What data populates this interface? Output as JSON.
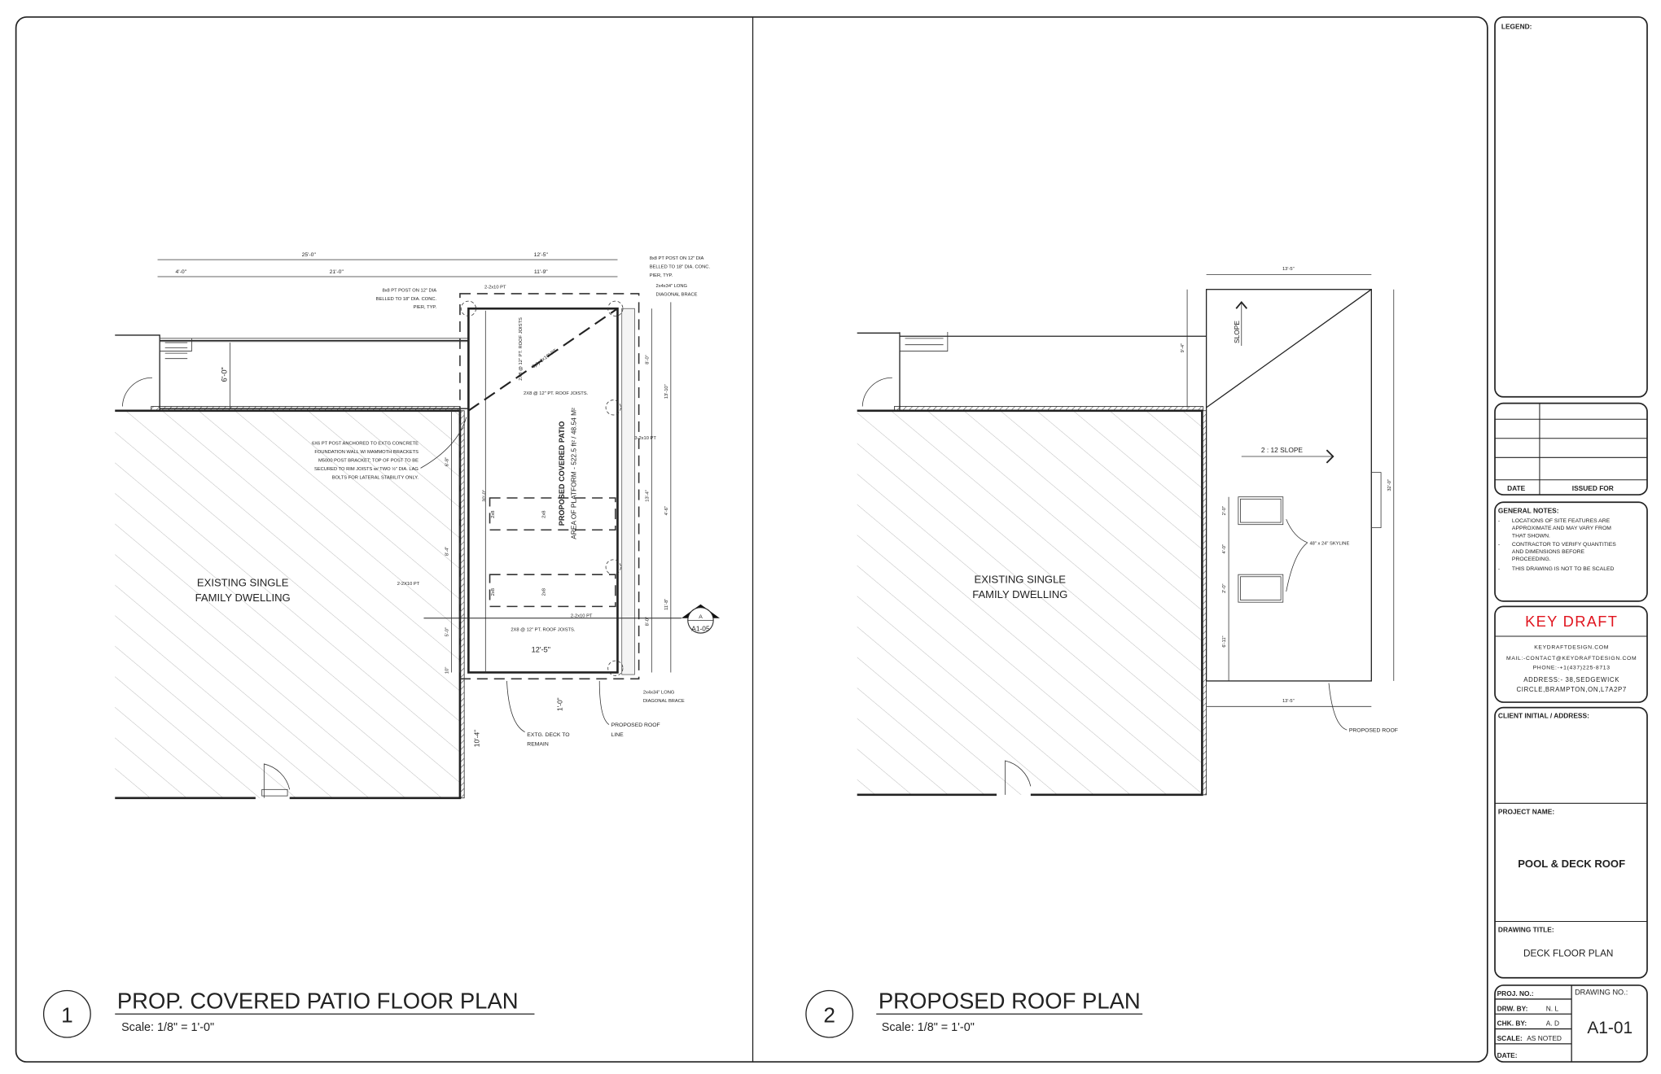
{
  "sheet": {
    "plan1": {
      "number": "1",
      "title": "PROP. COVERED PATIO FLOOR PLAN",
      "scale": "Scale: 1/8\" = 1'-0\"",
      "dwelling_line1": "EXISTING SINGLE",
      "dwelling_line2": "FAMILY DWELLING",
      "patio_title": "PROPOSED COVERED PATIO",
      "patio_area": "AREA OF PLATFORM - 522.5 ft² / 48.54 M²",
      "dims": {
        "top_overall": "25'-0\"",
        "top_patio": "12'-5\"",
        "second_left": "4'-0\"",
        "second_mid": "21'-0\"",
        "second_patio": "11'-9\"",
        "deck_depth": "6'-0\"",
        "left_a": "6'-8\"",
        "left_b": "8'-4\"",
        "left_c": "5'-0\"",
        "left_d": "10\"",
        "inner_width": "30'-0\"",
        "right_a": "8'-0\"",
        "right_b": "13'-10\"",
        "right_c": "13'-4\"",
        "right_d": "4'-6\"",
        "right_e": "11'-8\"",
        "right_f": "8'-0\"",
        "bottom_width": "12'-5\"",
        "overhang": "1'-0\"",
        "below": "10'-4\""
      },
      "notes": {
        "post_top_left": [
          "8x8 PT POST ON 12\" DIA",
          "BELLED TO 18\" DIA. CONC.",
          "PIER, TYP."
        ],
        "post_top_right": [
          "8x8 PT POST ON 12\" DIA",
          "BELLED TO 18\" DIA. CONC.",
          "PIER, TYP."
        ],
        "brace_top": [
          "2x4x34\" LONG",
          "DIAGONAL BRACE"
        ],
        "beam_top": "2-2x10 PT",
        "diag_beam": "3ply 2x10\" PT",
        "joists_vertical": "2X8 @ 12\" PT. ROOF JOISTS",
        "joists_top": "2X8 @ 12\" PT. ROOF JOISTS.",
        "joists_bottom": "2X8 @ 12\" PT. ROOF JOISTS.",
        "beam_right": "3-2x10 PT",
        "beam_left": "2-2X10 PT",
        "beam_right_low": "2-2x10 PT",
        "post_6x6": [
          "6X6 PT POST ANCHORED TO EXTG CONCRETE",
          "FOUNDATION WALL W/ MAMMOTH BRACKETS",
          "M5000 POST BRACKET; TOP OF POST TO BE",
          "SECURED TO RIM JOISTS w/ TWO ½\" DIA. LAG",
          "BOLTS FOR LATERAL STABILITY ONLY."
        ],
        "brace_bottom": [
          "2x4x34\" LONG",
          "DIAGONAL BRACE"
        ],
        "extg_deck": [
          "EXTG. DECK TO",
          "REMAIN"
        ],
        "roof_line": [
          "PROPOSED ROOF",
          "LINE"
        ],
        "member_2x8": "2x8"
      },
      "section_marker": {
        "letter": "A",
        "sheet": "A1-05"
      }
    },
    "plan2": {
      "number": "2",
      "title": "PROPOSED ROOF PLAN",
      "scale": "Scale: 1/8\" = 1'-0\"",
      "dwelling_line1": "EXISTING SINGLE",
      "dwelling_line2": "FAMILY DWELLING",
      "slope_label": "SLOPE",
      "slope_ratio": "2 : 12 SLOPE",
      "skylight": "48\" x 24\" SKYLINE",
      "proposed_roof": "PROPOSED ROOF",
      "dims": {
        "top": "13'-5\"",
        "bottom": "13'-5\"",
        "left_top": "9'-4\"",
        "right": "32'-0\"",
        "sky_a": "2'-0\"",
        "sky_b": "4'-0\"",
        "sky_c": "2'-0\"",
        "sky_d": "6'-11\""
      }
    }
  },
  "title_block": {
    "legend": "LEGEND:",
    "revisions": {
      "date_header": "DATE",
      "issued_header": "ISSUED FOR"
    },
    "general_notes": {
      "heading": "GENERAL NOTES:",
      "items": [
        [
          "LOCATIONS OF SITE FEATURES ARE",
          "APPROXIMATE AND MAY VARY FROM",
          "THAT SHOWN."
        ],
        [
          "CONTRACTOR TO VERIFY QUANTITIES",
          "AND DIMENSIONS BEFORE",
          "PROCEEDING."
        ],
        [
          "THIS DRAWING IS NOT TO BE SCALED"
        ]
      ],
      "bullet": "-"
    },
    "company": {
      "name": "KEY DRAFT",
      "website": "KEYDRAFTDESIGN.COM",
      "mail": "MAIL:-CONTACT@KEYDRAFTDESIGN.COM",
      "phone": "PHONE:-+1(437)225-8713",
      "address1": "ADDRESS:- 38,SEDGEWICK",
      "address2": "CIRCLE,BRAMPTON,ON,L7A2P7",
      "brand_color": "#e0141e"
    },
    "client_label": "CLIENT INITIAL / ADDRESS:",
    "project_label": "PROJECT NAME:",
    "project_name": "POOL & DECK ROOF",
    "drawing_title_label": "DRAWING TITLE:",
    "drawing_title": "DECK FLOOR PLAN",
    "proj_no_label": "PROJ. NO.:",
    "drw_by_label": "DRW. BY:",
    "drw_by": "N. L",
    "chk_by_label": "CHK. BY:",
    "chk_by": "A. D",
    "scale_label": "SCALE:",
    "scale_value": "AS NOTED",
    "date_label": "DATE:",
    "drawing_no_label": "DRAWING NO.:",
    "drawing_no": "A1-01"
  }
}
